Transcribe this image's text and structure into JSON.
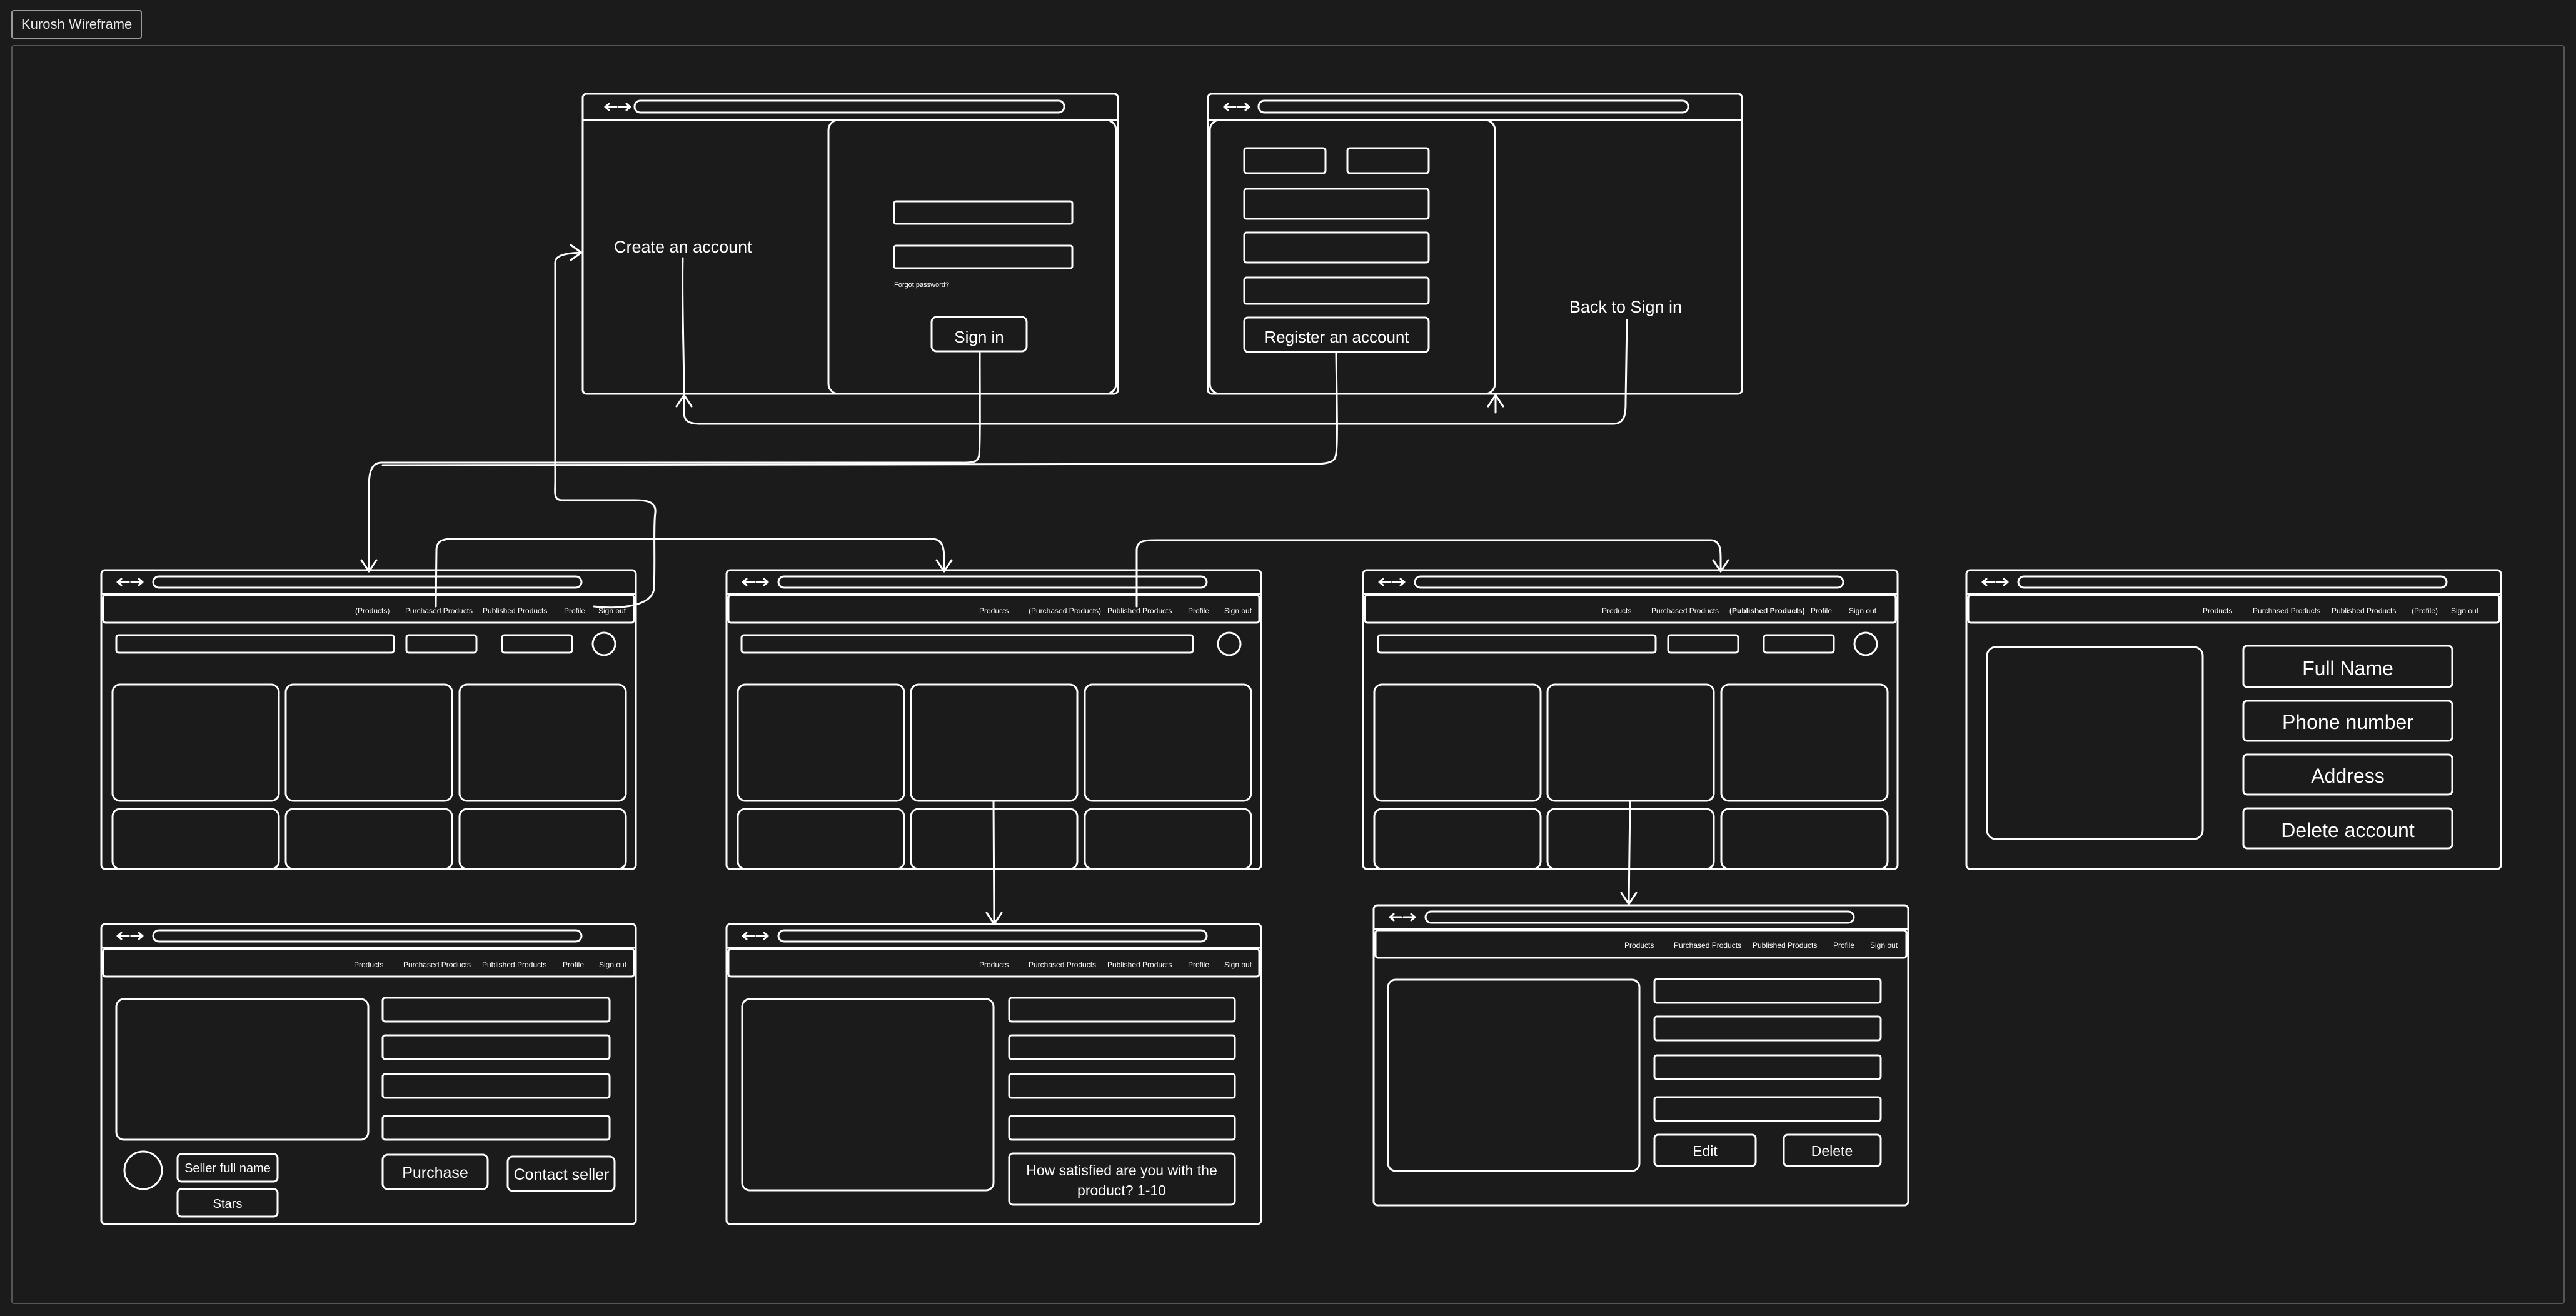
{
  "tab": {
    "title": "Kurosh Wireframe"
  },
  "nav": {
    "products": "Products",
    "products_active": "(Products)",
    "purchased": "Purchased Products",
    "purchased_active": "(Purchased Products)",
    "published": "Published Products",
    "published_active": "(Published Products)",
    "profile": "Profile",
    "profile_active": "(Profile)",
    "signout": "Sign out"
  },
  "signin": {
    "create_account": "Create an account",
    "forgot": "Forgot password?",
    "signin_button": "Sign in"
  },
  "register": {
    "register_button": "Register an account",
    "back_to_signin": "Back to Sign in"
  },
  "profile": {
    "full_name": "Full Name",
    "phone": "Phone number",
    "address": "Address",
    "delete_account": "Delete account"
  },
  "product_detail": {
    "seller_full_name": "Seller full name",
    "stars": "Stars",
    "purchase": "Purchase",
    "contact_seller": "Contact seller"
  },
  "purchased_detail": {
    "satisfaction_line1": "How satisfied are you with the",
    "satisfaction_line2": "product? 1-10"
  },
  "published_detail": {
    "edit": "Edit",
    "delete": "Delete"
  },
  "colors": {
    "background": "#1b1b1b",
    "stroke": "#ffffff",
    "frame_border": "#555555"
  }
}
